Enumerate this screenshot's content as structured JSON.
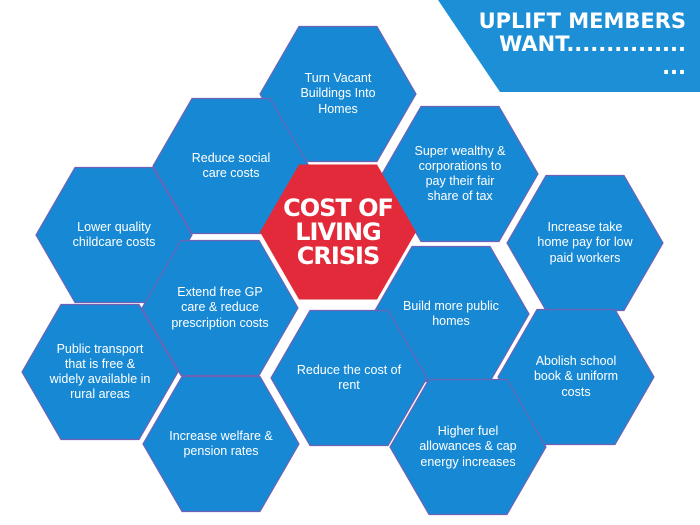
{
  "banner": {
    "line1": "UPLIFT MEMBERS",
    "line2": "WANT...............",
    "line3": "...",
    "color": "#1c8fd6"
  },
  "colors": {
    "hex_fill": "#1789d4",
    "hex_stroke": "#6d62b5",
    "center_fill": "#e22a3a",
    "text": "#ffffff"
  },
  "center": {
    "label": "COST OF\nLIVING\nCRISIS"
  },
  "demands": [
    {
      "label": "Turn Vacant\nBuildings Into\nHomes"
    },
    {
      "label": "Reduce social\ncare costs"
    },
    {
      "label": "Super wealthy &\ncorporations to\npay their fair\nshare of tax"
    },
    {
      "label": "Lower quality\nchildcare costs"
    },
    {
      "label": "Increase take\nhome pay for low\npaid workers"
    },
    {
      "label": "Extend free GP\ncare & reduce\nprescription costs"
    },
    {
      "label": "Build more public\nhomes"
    },
    {
      "label": "Public transport\nthat is free &\nwidely available in\nrural areas"
    },
    {
      "label": "Reduce the cost of\nrent"
    },
    {
      "label": "Abolish school\nbook & uniform\ncosts"
    },
    {
      "label": "Increase welfare &\npension rates"
    },
    {
      "label": "Higher fuel\nallowances & cap\nenergy increases"
    }
  ]
}
